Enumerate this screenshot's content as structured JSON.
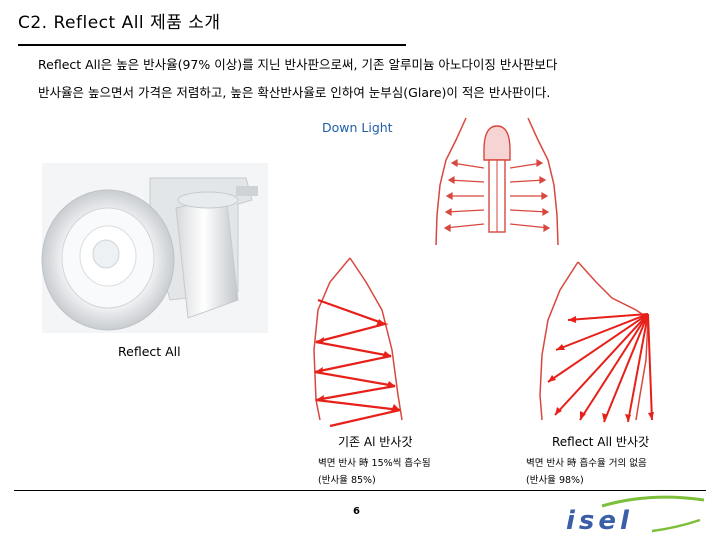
{
  "title": "C2. Reflect All 제품 소개",
  "intro": {
    "line1": "Reflect All은 높은 반사율(97% 이상)를 지닌 반사판으로써, 기존 알루미늄 아노다이징 반사판보다",
    "line2": "반사율은 높으면서 가격은 저렴하고, 높은 확산반사율로 인하여 눈부심(Glare)이 적은 반사판이다."
  },
  "diagram_label": "Down Light",
  "photo_label": "Reflect All",
  "comparison": [
    {
      "caption": "기존 Al 반사갓",
      "note_line1": "벽면 반사 時 15%씩 흡수됨",
      "note_line2": "(반사율 85%)"
    },
    {
      "caption": "Reflect All 반사갓",
      "note_line1": "벽면 반사 時 흡수율 거의 없음",
      "note_line2": "(반사율 98%)"
    }
  ],
  "page_number": "6",
  "logo_text": "isel",
  "colors": {
    "ray_red": "#e8201a",
    "wall_red": "#d9473f",
    "lamp_fill": "#f7d4d4",
    "label_blue": "#1f5fa8",
    "logo_blue": "#3a5ea8",
    "logo_green": "#7dbf3a"
  }
}
